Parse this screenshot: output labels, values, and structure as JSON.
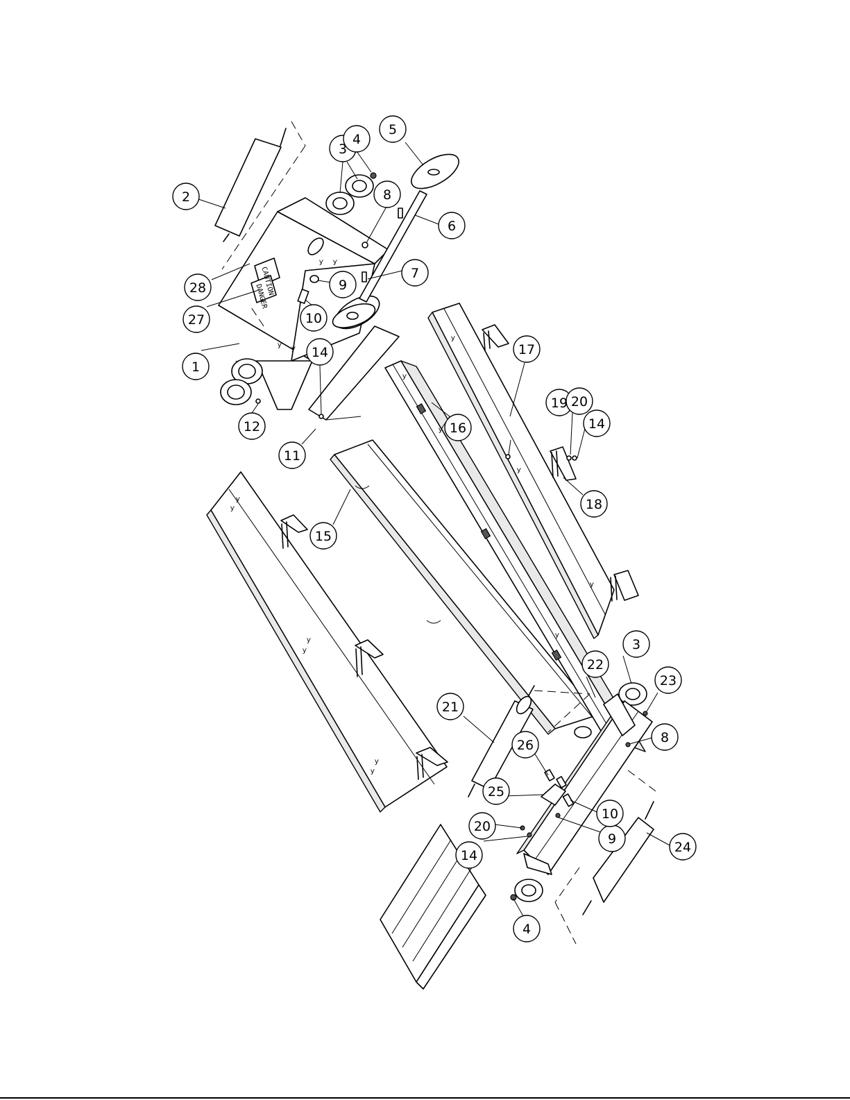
{
  "labels": {
    "caution": "CAUTION",
    "danger": "DANGER"
  },
  "balloons": [
    {
      "id": "b1",
      "num": "1"
    },
    {
      "id": "b2",
      "num": "2"
    },
    {
      "id": "b3a",
      "num": "3"
    },
    {
      "id": "b3b",
      "num": "3"
    },
    {
      "id": "b4a",
      "num": "4"
    },
    {
      "id": "b4b",
      "num": "4"
    },
    {
      "id": "b5",
      "num": "5"
    },
    {
      "id": "b6",
      "num": "6"
    },
    {
      "id": "b7",
      "num": "7"
    },
    {
      "id": "b8a",
      "num": "8"
    },
    {
      "id": "b8b",
      "num": "8"
    },
    {
      "id": "b9a",
      "num": "9"
    },
    {
      "id": "b9b",
      "num": "9"
    },
    {
      "id": "b10a",
      "num": "10"
    },
    {
      "id": "b10b",
      "num": "10"
    },
    {
      "id": "b11",
      "num": "11"
    },
    {
      "id": "b12",
      "num": "12"
    },
    {
      "id": "b14a",
      "num": "14"
    },
    {
      "id": "b14b",
      "num": "14"
    },
    {
      "id": "b14c",
      "num": "14"
    },
    {
      "id": "b15",
      "num": "15"
    },
    {
      "id": "b16",
      "num": "16"
    },
    {
      "id": "b17",
      "num": "17"
    },
    {
      "id": "b18",
      "num": "18"
    },
    {
      "id": "b19",
      "num": "19"
    },
    {
      "id": "b20a",
      "num": "20"
    },
    {
      "id": "b20b",
      "num": "20"
    },
    {
      "id": "b21",
      "num": "21"
    },
    {
      "id": "b22",
      "num": "22"
    },
    {
      "id": "b23",
      "num": "23"
    },
    {
      "id": "b24",
      "num": "24"
    },
    {
      "id": "b25",
      "num": "25"
    },
    {
      "id": "b26",
      "num": "26"
    },
    {
      "id": "b27",
      "num": "27"
    },
    {
      "id": "b28",
      "num": "28"
    }
  ]
}
